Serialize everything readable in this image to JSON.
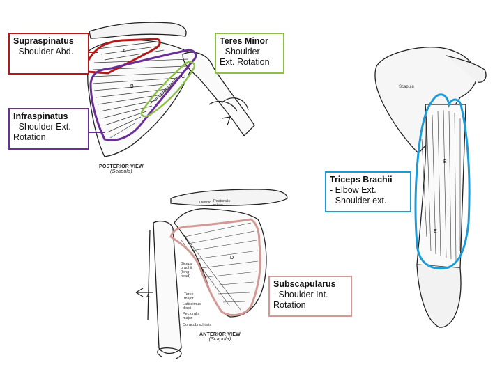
{
  "labels": {
    "supraspinatus": {
      "title": "Supraspinatus",
      "action": " - Shoulder Abd.",
      "color": "#b3191b"
    },
    "teres_minor": {
      "title": "Teres Minor",
      "action": " - Shoulder\nExt. Rotation",
      "color": "#8dc04a"
    },
    "infraspinatus": {
      "title": "Infraspinatus",
      "action": " - Shoulder Ext.\nRotation",
      "color": "#6a2e97"
    },
    "triceps": {
      "title": "Triceps Brachii",
      "action": " - Elbow Ext.\n- Shoulder ext.",
      "color": "#1b9bd7"
    },
    "subscapularis": {
      "title": "Subscapularus",
      "action": "- Shoulder Int.\nRotation",
      "color": "#d19a95"
    }
  },
  "captions": {
    "posterior": {
      "title": "POSTERIOR VIEW",
      "sub": "(Scapula)"
    },
    "anterior": {
      "title": "ANTERIOR VIEW",
      "sub": "(Scapula)"
    },
    "scapula": "Scapula"
  },
  "anatomy_labels": {
    "biceps": "Biceps\nbrachii\n(long\nhead)",
    "teres_major": "Teres\nmajor",
    "latissimus": "Latissimus\ndorsi",
    "pectoralis": "Pectoralis\nmajor",
    "coracobrachialis": "Coracobrachialis",
    "pectoralis_minor": "Pectoralis\nminor",
    "deltoid": "Deltoid"
  },
  "letters": {
    "a": "A",
    "b": "B",
    "c": "C",
    "d": "D",
    "e": "E"
  }
}
